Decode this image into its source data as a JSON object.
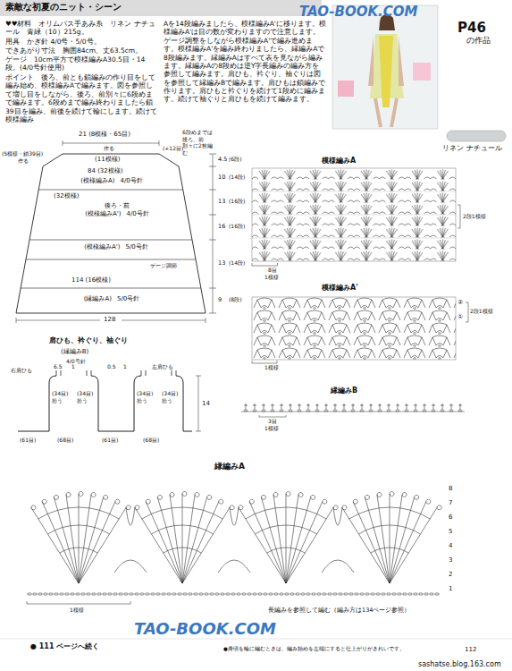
{
  "diagram": {
    "title": "素敵な初夏のニット・シーン",
    "nodes": [
      {
        "text": [
          "(模様編みA)",
          "4/0号針"
        ]
      },
      {
        "text": [
          "後ろ・前",
          "(模様編みA')",
          "4/0号針"
        ]
      },
      {
        "text": [
          "(模様編みA')",
          "5/0号針"
        ]
      },
      {
        "text": [
          "(縁編みA)",
          "5/0号針"
        ]
      }
    ],
    "labels": [
      "TAO-BOOK.COM",
      "P46",
      "の作品",
      "リネン ナチュール",
      "♥♥材料　オリムパス手あみ糸　リネン ナチュール　青緑（10）215g。",
      "用具　かぎ針 4/0号・5/0号。",
      "できあがり寸法　胸囲84cm、丈63.5cm。",
      "ゲージ　10cm平方で模様編みA30.5目・14段。(4/0号針使用)",
      "ポイント　後ろ、前とも鎖編みの作り目をして編み始め、模様編みAで編みます。図を参照して増し目をしながら、後ろ、前別々に6段めまで編みます。6段めまで編み終わりましたら鎖39目を編み、前後を続けて輪にします。続けて模様編み",
      "Aを14段編みましたら、模様編みA'に移ります。模様編みA'は目の数が変わりますので注意します。ゲージ調整をしながら模様編みA'で編み進めます。模様編みA'を編み終わりましたら、縁編みAで8段編みます。縁編みAはすべて表を見ながら編みます。縁編みAの8段めは逆Y字長編みの編み方を参照して編みます。肩ひも、衿ぐり、袖ぐりは図を参照して縁編みBで編みます。肩ひもは鎖編みで作ります。肩ひもと衿ぐりを続けて1段めに編みます。続けて袖ぐりと肩ひもを続けて編みます。",
      "21 (8模様・65目)",
      "作る",
      "(5模様・鎖39目)",
      "作る",
      "(+12目)",
      "(11模様)",
      "84 (32模様)",
      "6段めまでは後ろ、前別々に2枚編む",
      "(32模様)",
      "ゲージ調節",
      "114 (16模様)",
      "128",
      "4.5",
      "(6段)",
      "10",
      "(14段)",
      "13",
      "(16段)",
      "16",
      "(16段)",
      "13",
      "(14段)",
      "9",
      "(8段)",
      "模様編みA",
      "8目",
      "1模様",
      "2段1模様",
      "模様編みA'",
      "1模様",
      "②",
      "①",
      "2段1模様",
      "縁編みB",
      "3目",
      "1模様",
      "肩ひも、衿ぐり、袖ぐり",
      "(縁編みB)",
      "4/0号針",
      "右肩ひも",
      "6.5",
      "1",
      "0.5",
      "1",
      "左肩ひも",
      "14",
      "(34目) 拾う",
      "(34目) 拾う",
      "(34目) 拾う",
      "(34目) 拾う",
      "(61目)",
      "(68目)",
      "(61目)",
      "(68目)",
      "縁編みA",
      "1",
      "2",
      "3",
      "4",
      "5",
      "6",
      "7",
      "8",
      "1模様",
      "長編みを参照して編む（編み方は134ページ参照）",
      "TAO-BOOK.COM",
      "● 111 ページへ続く",
      "●身頃を輪に編むときは、編み始めを左端にすると仕上がりがきれいです。",
      "112",
      "sashatse.blog.163.com"
    ]
  }
}
